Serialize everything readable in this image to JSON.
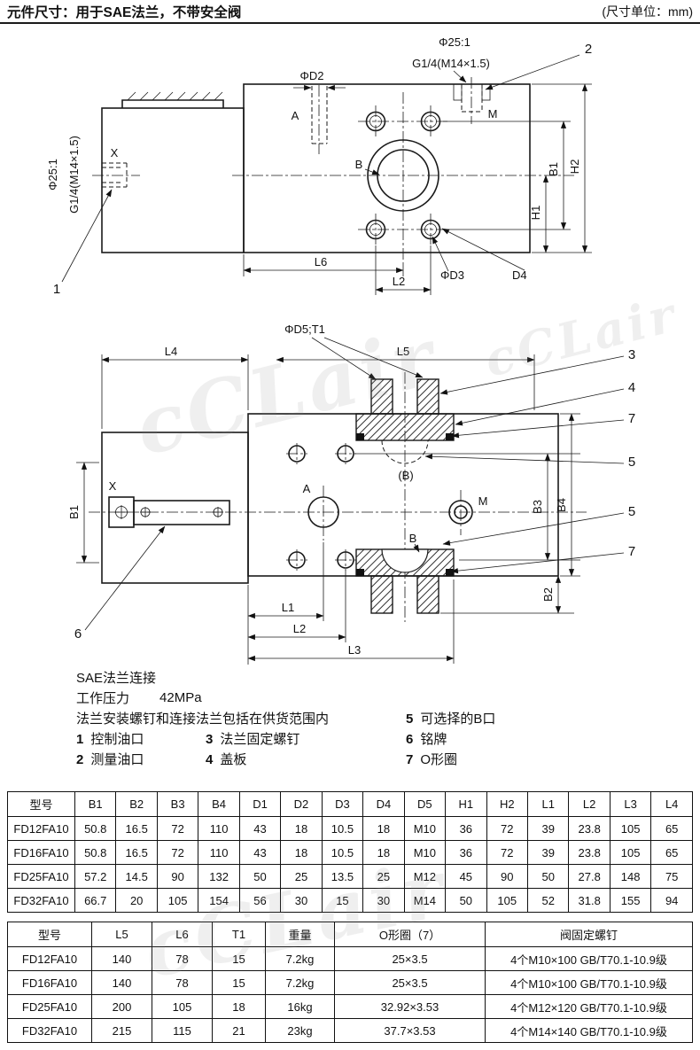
{
  "header": {
    "title": "元件尺寸：用于SAE法兰，不带安全阀",
    "unit_note": "(尺寸单位：mm)"
  },
  "watermark": "cCLair",
  "drawing1": {
    "phi_d2": "ΦD2",
    "a_port": "A",
    "phi25_top": "Φ25:1",
    "g14_top": "G1/4(M14×1.5)",
    "m_port": "M",
    "callout_2": "2",
    "x_port": "X",
    "phi25_left": "Φ25:1",
    "g14_left": "G1/4(M14×1.5)",
    "b_port": "B",
    "dim_b1": "B1",
    "dim_h1": "H1",
    "dim_h2": "H2",
    "dim_l6": "L6",
    "dim_l2": "L2",
    "phi_d3": "ΦD3",
    "dim_d4": "D4",
    "callout_1": "1"
  },
  "drawing2": {
    "phi_d5": "ΦD5;T1",
    "dim_l4": "L4",
    "dim_l5": "L5",
    "callout_3": "3",
    "callout_4": "4",
    "callout_7a": "7",
    "callout_5a": "5",
    "callout_5b": "5",
    "callout_7b": "7",
    "callout_6": "6",
    "x_port": "X",
    "dim_b1": "B1",
    "a_port": "A",
    "b_optional": "(B)",
    "m_port": "M",
    "dim_b3": "B3",
    "dim_b4": "B4",
    "b_port": "B",
    "dim_b2": "B2",
    "dim_l1": "L1",
    "dim_l2": "L2",
    "dim_l3": "L3"
  },
  "notes": {
    "connection": "SAE法兰连接",
    "pressure_label": "工作压力",
    "pressure_value": "42MPa",
    "supply_note": "法兰安装螺钉和连接法兰包括在供货范围内",
    "items": [
      {
        "num": "1",
        "label": "控制油口"
      },
      {
        "num": "2",
        "label": "测量油口"
      },
      {
        "num": "3",
        "label": "法兰固定螺钉"
      },
      {
        "num": "4",
        "label": "盖板"
      },
      {
        "num": "5",
        "label": "可选择的B口"
      },
      {
        "num": "6",
        "label": "铭牌"
      },
      {
        "num": "7",
        "label": "O形圈"
      }
    ]
  },
  "table1": {
    "headers": [
      "型号",
      "B1",
      "B2",
      "B3",
      "B4",
      "D1",
      "D2",
      "D3",
      "D4",
      "D5",
      "H1",
      "H2",
      "L1",
      "L2",
      "L3",
      "L4"
    ],
    "rows": [
      [
        "FD12FA10",
        "50.8",
        "16.5",
        "72",
        "110",
        "43",
        "18",
        "10.5",
        "18",
        "M10",
        "36",
        "72",
        "39",
        "23.8",
        "105",
        "65"
      ],
      [
        "FD16FA10",
        "50.8",
        "16.5",
        "72",
        "110",
        "43",
        "18",
        "10.5",
        "18",
        "M10",
        "36",
        "72",
        "39",
        "23.8",
        "105",
        "65"
      ],
      [
        "FD25FA10",
        "57.2",
        "14.5",
        "90",
        "132",
        "50",
        "25",
        "13.5",
        "25",
        "M12",
        "45",
        "90",
        "50",
        "27.8",
        "148",
        "75"
      ],
      [
        "FD32FA10",
        "66.7",
        "20",
        "105",
        "154",
        "56",
        "30",
        "15",
        "30",
        "M14",
        "50",
        "105",
        "52",
        "31.8",
        "155",
        "94"
      ]
    ]
  },
  "table2": {
    "headers": [
      "型号",
      "L5",
      "L6",
      "T1",
      "重量",
      "O形圈（7）",
      "阀固定螺钉"
    ],
    "rows": [
      [
        "FD12FA10",
        "140",
        "78",
        "15",
        "7.2kg",
        "25×3.5",
        "4个M10×100 GB/T70.1-10.9级"
      ],
      [
        "FD16FA10",
        "140",
        "78",
        "15",
        "7.2kg",
        "25×3.5",
        "4个M10×100 GB/T70.1-10.9级"
      ],
      [
        "FD25FA10",
        "200",
        "105",
        "18",
        "16kg",
        "32.92×3.53",
        "4个M12×120 GB/T70.1-10.9级"
      ],
      [
        "FD32FA10",
        "215",
        "115",
        "21",
        "23kg",
        "37.7×3.53",
        "4个M14×140 GB/T70.1-10.9级"
      ]
    ]
  }
}
